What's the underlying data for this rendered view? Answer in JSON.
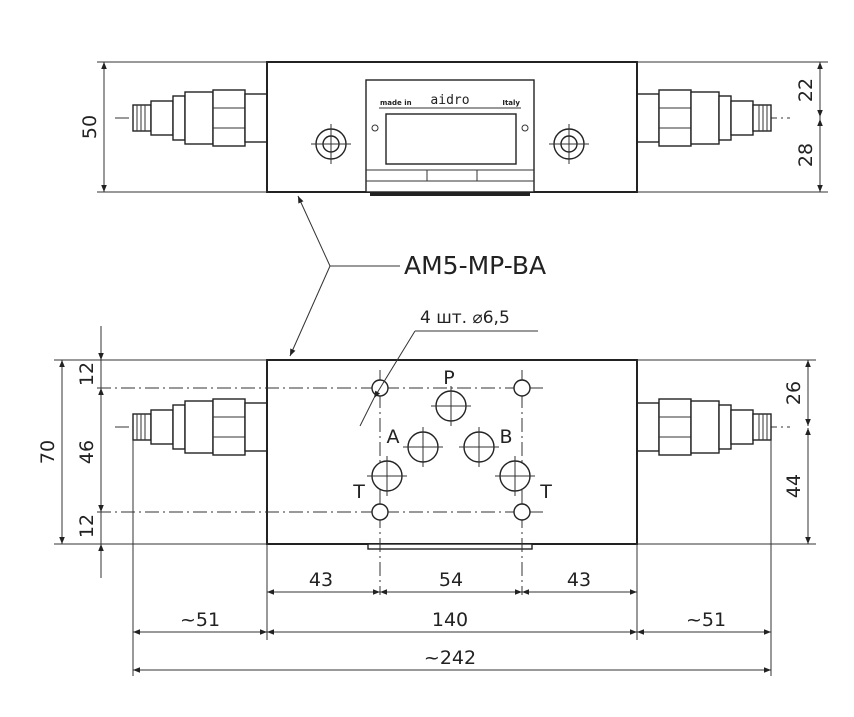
{
  "title": "AM5-MP-BA",
  "holes_note": "4 шт. ⌀6,5",
  "logo": {
    "brand": "aidro",
    "left_text": "made in",
    "right_text": "Italy"
  },
  "ports": {
    "p": "P",
    "a": "A",
    "b": "B",
    "t_left": "T",
    "t_right": "T"
  },
  "dims": {
    "top_height": "50",
    "top_upper": "22",
    "top_lower": "28",
    "side_left_total": "70",
    "side_left_top": "12",
    "side_left_mid": "46",
    "side_left_bot": "12",
    "side_right_top": "26",
    "side_right_bot": "44",
    "h_left": "43",
    "h_mid": "54",
    "h_right": "43",
    "ext_left": "~51",
    "body_len": "140",
    "ext_right": "~51",
    "overall": "~242"
  }
}
